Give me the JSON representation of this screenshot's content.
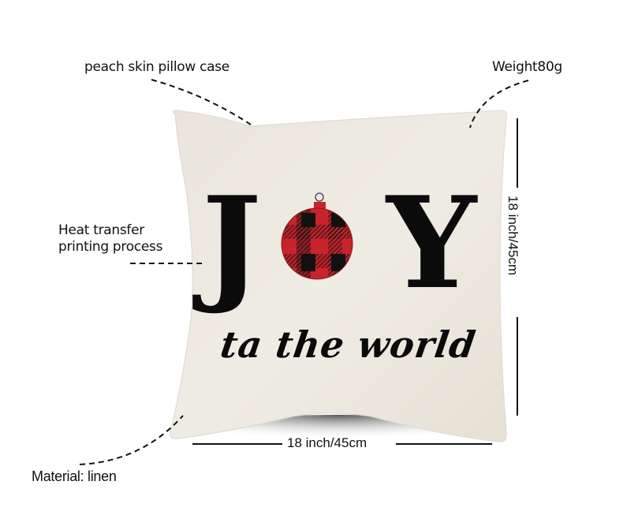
{
  "product": {
    "title": "JOY ta the world pillow case",
    "print": {
      "letters": [
        "J",
        "Y"
      ],
      "ornament": "buffalo-plaid-ornament",
      "tagline": "ta the world"
    }
  },
  "annotations": {
    "fabric": "peach skin pillow case",
    "weight": "Weight80g",
    "process_line1": "Heat transfer",
    "process_line2": "printing process",
    "material": "Material: linen"
  },
  "dimensions": {
    "width": "18 inch/45cm",
    "height": "18 inch/45cm"
  },
  "colors": {
    "background": "#ffffff",
    "fabric": "#ece9e1",
    "fabric_shadow": "#d8d3c6",
    "ink": "#0b0b0b",
    "plaid_red": "#c8242b",
    "plaid_black": "#111111"
  }
}
